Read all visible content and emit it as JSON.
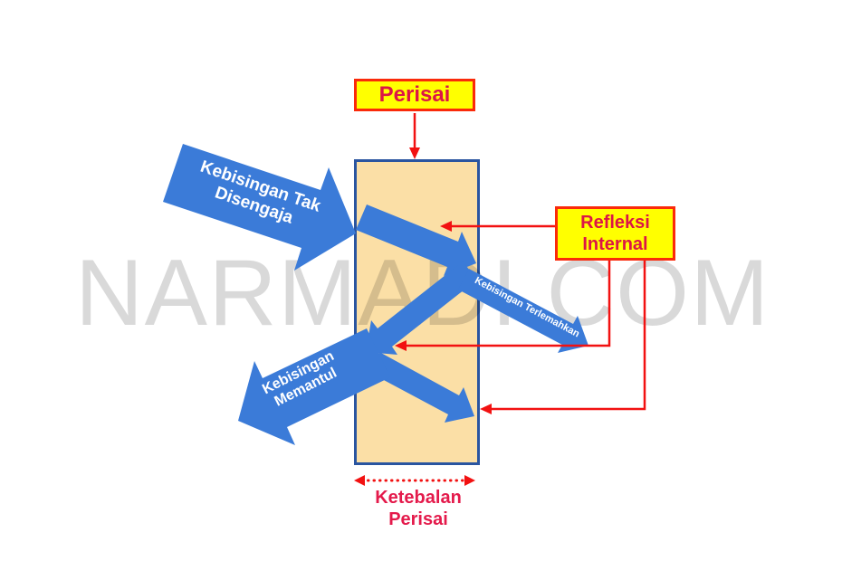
{
  "diagram": {
    "watermark": "NARMADI.COM",
    "shield_label": "Perisai",
    "internal_reflection_label": "Refleksi\nInternal",
    "entry_noise_label": "Kebisingan Tak\nDisengaja",
    "attenuated_noise_label": "Kebisingan Terlemahkan",
    "reflected_noise_label": "Kebisingan\nMemantul",
    "thickness_label": "Ketebalan\nPerisai",
    "colors": {
      "arrow_blue": "#3b7bd8",
      "connector_red": "#f21111",
      "label_box_fill": "#ffff00",
      "label_box_border": "#fa2a0a",
      "label_text_red": "#dc1547",
      "thickness_text_red": "#e41a4b",
      "shield_fill": "#fbdfa6",
      "shield_border": "#2a55a0",
      "watermark_gray": "#d9d9d9",
      "arrow_text_white": "#ffffff"
    }
  }
}
